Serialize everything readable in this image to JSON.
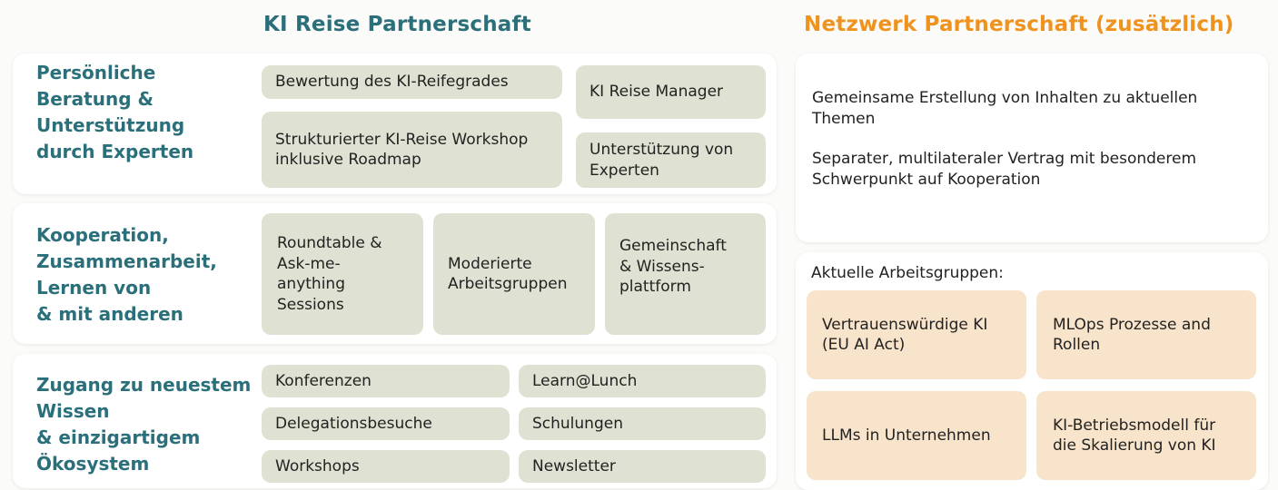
{
  "left_title": "KI Reise Partnerschaft",
  "right_title": "Netzwerk Partnerschaft (zusätzlich)",
  "row1": {
    "label": [
      "Persönliche",
      "Beratung &",
      "Unterstützung",
      "durch Experten"
    ],
    "box_maturity": [
      "Bewertung des KI-Reifegrades"
    ],
    "box_workshop": [
      "Strukturierter KI-Reise Workshop",
      "inklusive Roadmap"
    ],
    "box_manager": [
      "KI Reise Manager"
    ],
    "box_experts": [
      "Unterstützung von",
      "Experten"
    ]
  },
  "row2": {
    "label": [
      "Kooperation,",
      "Zusammenarbeit,",
      "Lernen von",
      "& mit anderen"
    ],
    "box_roundtable": [
      "Roundtable &",
      "Ask-me-",
      "anything",
      "Sessions"
    ],
    "box_groups": [
      "Moderierte",
      "Arbeitsgruppen"
    ],
    "box_platform": [
      "Gemeinschaft",
      "& Wissens-",
      "plattform"
    ]
  },
  "row3": {
    "label": [
      "Zugang zu neuestem",
      "Wissen",
      "& einzigartigem",
      "Ökosystem"
    ],
    "box_conferences": [
      "Konferenzen"
    ],
    "box_learn": [
      "Learn@Lunch"
    ],
    "box_delegations": [
      "Delegationsbesuche"
    ],
    "box_trainings": [
      "Schulungen"
    ],
    "box_workshops": [
      "Workshops"
    ],
    "box_newsletter": [
      "Newsletter"
    ]
  },
  "network": {
    "text1": [
      "Gemeinsame Erstellung von Inhalten zu aktuellen",
      "Themen"
    ],
    "text2": [
      "Separater, multilateraler Vertrag mit besonderem",
      "Schwerpunkt auf Kooperation"
    ]
  },
  "working_groups": {
    "heading": "Aktuelle Arbeitsgruppen:",
    "box_trust": [
      "Vertrauenswürdige KI",
      "(EU AI Act)"
    ],
    "box_mlops": [
      "MLOps Prozesse and",
      "Rollen"
    ],
    "box_llm": [
      "LLMs in Unternehmen"
    ],
    "box_model": [
      "KI-Betriebsmodell für",
      "die Skalierung von KI"
    ]
  },
  "colors": {
    "teal": "#2a6f7a",
    "orange": "#f0921e",
    "green_box": "#dfe2d2",
    "peach_box": "#f8e4cb"
  }
}
